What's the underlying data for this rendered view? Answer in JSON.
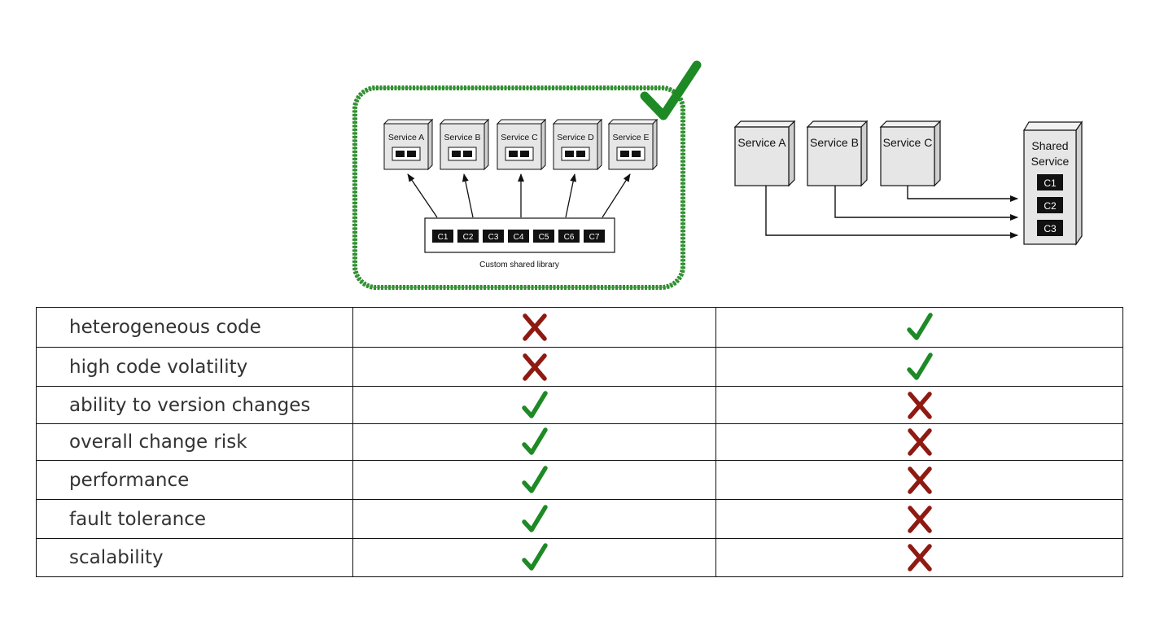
{
  "left_option": {
    "title": "Custom shared library",
    "services": [
      "Service A",
      "Service B",
      "Service C",
      "Service D",
      "Service E"
    ],
    "components": [
      "C1",
      "C2",
      "C3",
      "C4",
      "C5",
      "C6",
      "C7"
    ],
    "selected": true
  },
  "right_option": {
    "services": [
      "Service A",
      "Service B",
      "Service C"
    ],
    "shared_service_title": [
      "Shared",
      "Service"
    ],
    "components": [
      "C1",
      "C2",
      "C3"
    ]
  },
  "comparison": {
    "rows": [
      {
        "criterion": "heterogeneous code",
        "library": "cross",
        "service": "check"
      },
      {
        "criterion": "high code volatility",
        "library": "cross",
        "service": "check"
      },
      {
        "criterion": "ability to version changes",
        "library": "check",
        "service": "cross"
      },
      {
        "criterion": "overall change risk",
        "library": "check",
        "service": "cross"
      },
      {
        "criterion": "performance",
        "library": "check",
        "service": "cross"
      },
      {
        "criterion": "fault tolerance",
        "library": "check",
        "service": "cross"
      },
      {
        "criterion": "scalability",
        "library": "check",
        "service": "cross"
      }
    ]
  },
  "colors": {
    "check": "#1e8a25",
    "cross": "#8e1a12",
    "highlight_border": "#2e8b2e",
    "box_fill": "#e6e6e6",
    "component_fill": "#111111"
  }
}
